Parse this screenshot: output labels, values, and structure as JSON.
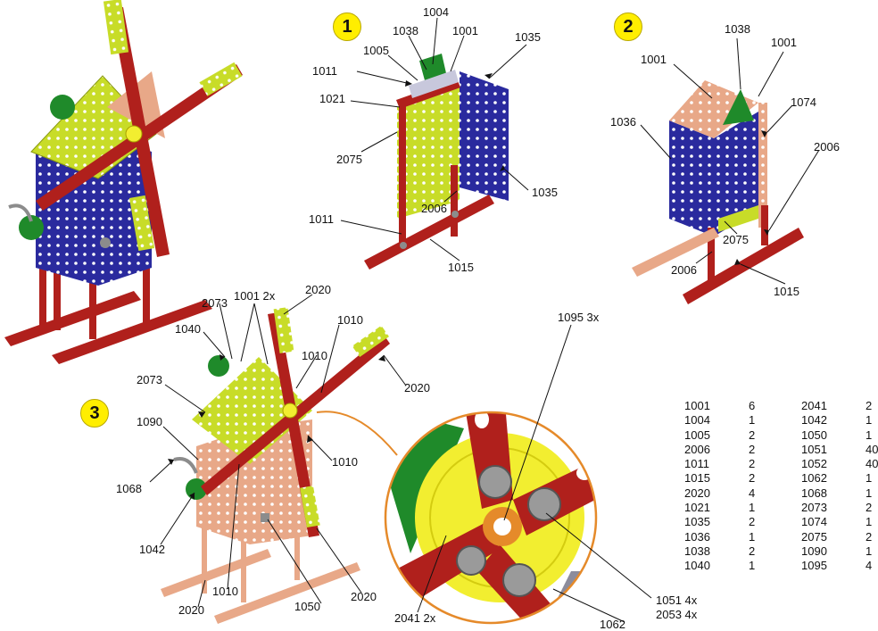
{
  "colors": {
    "red": "#b0201c",
    "blue": "#2a2a9e",
    "lime": "#c8dc28",
    "salmon": "#e8a888",
    "green": "#1f8a2a",
    "yellow": "#f2ee30",
    "orange": "#e58a2a",
    "grey": "#8c8c8c",
    "bubble": "#ffee00"
  },
  "steps": [
    "1",
    "2",
    "3"
  ],
  "step1_labels": [
    "1004",
    "1038",
    "1001",
    "1005",
    "1035",
    "1011",
    "1021",
    "2075",
    "2006",
    "1035",
    "1011",
    "1015"
  ],
  "step2_labels": [
    "1038",
    "1001",
    "1001",
    "1074",
    "1036",
    "2006",
    "2075",
    "2006",
    "1015"
  ],
  "step3_labels": [
    "1001 2x",
    "2020",
    "2073",
    "1010",
    "1040",
    "1010",
    "2073",
    "2020",
    "1090",
    "1010",
    "1068",
    "1042",
    "1010",
    "1050",
    "2020",
    "2020"
  ],
  "detail_labels": [
    "1095 3x",
    "2041 2x",
    "1051 4x",
    "2053 4x",
    "1062"
  ],
  "parts_list": {
    "col1": [
      {
        "id": "1001",
        "qty": "6"
      },
      {
        "id": "1004",
        "qty": "1"
      },
      {
        "id": "1005",
        "qty": "2"
      },
      {
        "id": "2006",
        "qty": "2"
      },
      {
        "id": "1011",
        "qty": "2"
      },
      {
        "id": "1015",
        "qty": "2"
      },
      {
        "id": "2020",
        "qty": "4"
      },
      {
        "id": "1021",
        "qty": "1"
      },
      {
        "id": "1035",
        "qty": "2"
      },
      {
        "id": "1036",
        "qty": "1"
      },
      {
        "id": "1038",
        "qty": "2"
      },
      {
        "id": "1040",
        "qty": "1"
      }
    ],
    "col2": [
      {
        "id": "2041",
        "qty": "2"
      },
      {
        "id": "1042",
        "qty": "1"
      },
      {
        "id": "1050",
        "qty": "1"
      },
      {
        "id": "1051",
        "qty": "40"
      },
      {
        "id": "1052",
        "qty": "40"
      },
      {
        "id": "1062",
        "qty": "1"
      },
      {
        "id": "1068",
        "qty": "1"
      },
      {
        "id": "2073",
        "qty": "2"
      },
      {
        "id": "1074",
        "qty": "1"
      },
      {
        "id": "2075",
        "qty": "2"
      },
      {
        "id": "1090",
        "qty": "1"
      },
      {
        "id": "1095",
        "qty": "4"
      }
    ]
  }
}
